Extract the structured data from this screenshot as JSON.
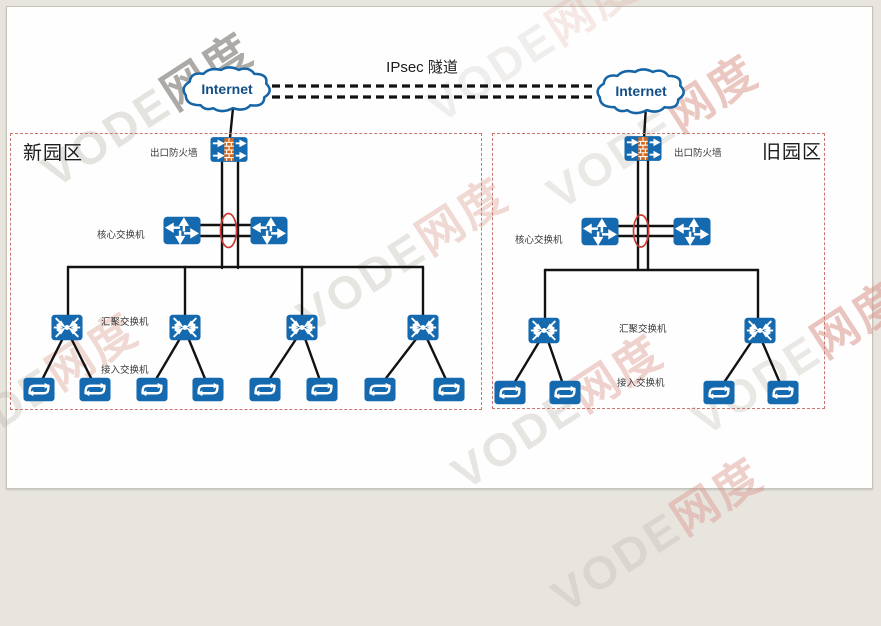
{
  "title": "IPsec 隧道",
  "internet_label": "Internet",
  "regions": [
    {
      "name": "新园区",
      "labels": {
        "firewall": "出口防火墙",
        "core": "核心交换机",
        "aggregation": "汇聚交换机",
        "access": "接入交换机"
      },
      "counts": {
        "firewalls": 1,
        "core_switches": 2,
        "aggregation_switches": 4,
        "access_switches": 8
      }
    },
    {
      "name": "旧园区",
      "labels": {
        "firewall": "出口防火墙",
        "core": "核心交换机",
        "aggregation": "汇聚交换机",
        "access": "接入交换机"
      },
      "counts": {
        "firewalls": 1,
        "core_switches": 2,
        "aggregation_switches": 2,
        "access_switches": 4
      }
    }
  ],
  "watermark": {
    "latin": "VODE",
    "cn": "网度"
  },
  "colors": {
    "device_blue": "#1569ae",
    "brick_orange": "#d2691e",
    "link_aggregation_red": "#cb3a34",
    "region_border_red": "#c9776e",
    "line_black": "#121212",
    "cloud_blue": "#1565a7"
  }
}
